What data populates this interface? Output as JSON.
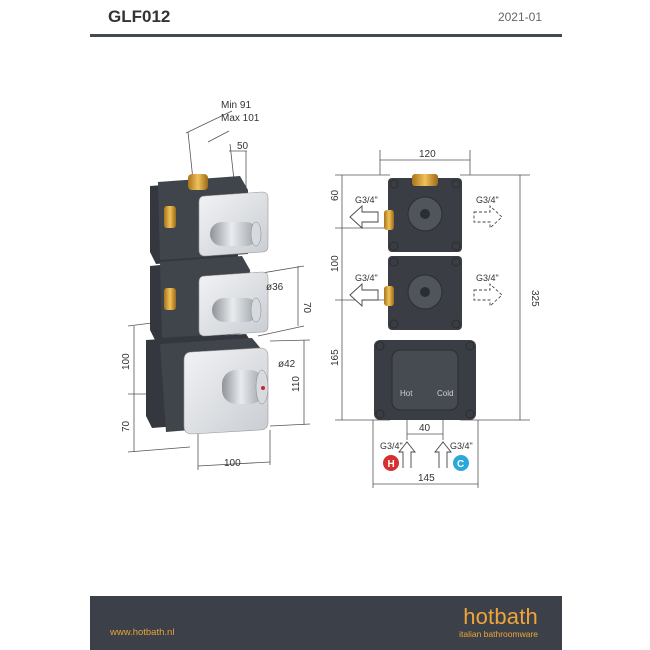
{
  "header": {
    "title": "GLF012",
    "date": "2021-01"
  },
  "iso_view": {
    "depth_range": "Min 91",
    "depth_max": "Max 101",
    "depth_50": "50",
    "dim_70_upper": "70",
    "dia_36": "ø36",
    "dim_100_left": "100",
    "dim_70_left": "70",
    "dia_42": "ø42",
    "dim_110": "110",
    "dim_100_bottom": "100"
  },
  "front_view": {
    "width_120": "120",
    "height_60": "60",
    "height_100": "100",
    "height_165": "165",
    "height_325": "325",
    "outlet_label": "G3/4\"",
    "inlet_spacing": "40",
    "inlet_label": "G3/4\"",
    "width_145": "145",
    "hot_badge": "H",
    "cold_badge": "C",
    "hot_text": "Hot",
    "cold_text": "Cold"
  },
  "colors": {
    "hot": "#d62f2f",
    "cold": "#29a8d9",
    "body": "#3a3e44",
    "brand": "#f0a53a",
    "footer_bg": "#3c4149"
  },
  "footer": {
    "url": "www.hotbath.nl",
    "logo": "hotbath",
    "tagline": "italian bathroomware"
  }
}
